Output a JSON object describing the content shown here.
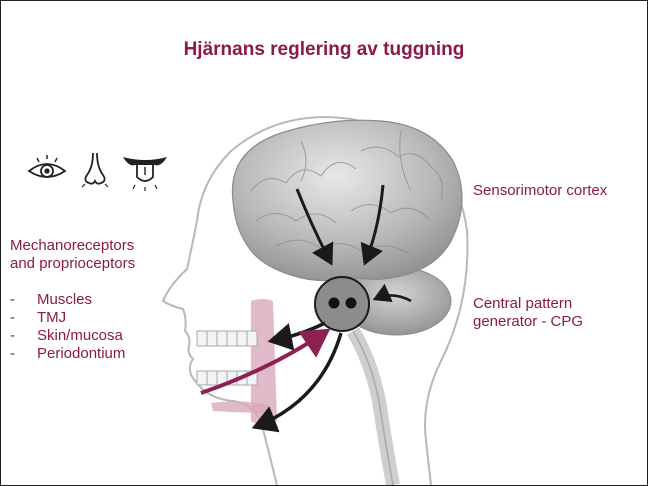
{
  "title": "Hjärnans reglering av tuggning",
  "labels": {
    "mechanoreceptors_line1": "Mechanoreceptors",
    "mechanoreceptors_line2": "and proprioceptors",
    "list_dash": "-",
    "list_items": [
      "Muscles",
      "TMJ",
      "Skin/mucosa",
      "Periodontium"
    ],
    "sensorimotor": "Sensorimotor cortex",
    "cpg_line1": "Central pattern",
    "cpg_line2": "generator - CPG"
  },
  "icons": [
    "eye-icon",
    "nose-icon",
    "tongue-icon"
  ],
  "colors": {
    "accent": "#8a1a4a",
    "arrow_dark": "#1a1a1a",
    "arrow_accent": "#8c2052",
    "highlight_pink": "#d9a9bd",
    "brain_gray": "#9a9a9a",
    "outline_gray": "#b5b5b5"
  }
}
